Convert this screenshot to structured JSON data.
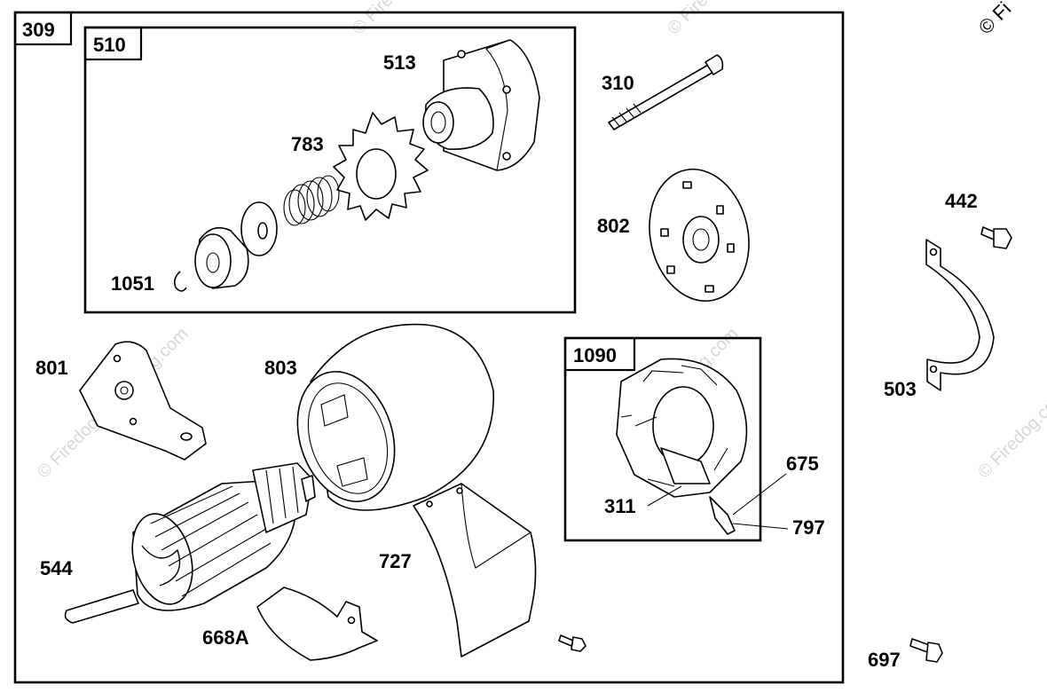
{
  "watermark": {
    "text": "© Firedog.com",
    "corner_text": "© Fi"
  },
  "groups": [
    {
      "id": "309",
      "label": "309"
    },
    {
      "id": "510",
      "label": "510"
    },
    {
      "id": "1090",
      "label": "1090"
    }
  ],
  "parts": [
    {
      "id": "513",
      "label": "513"
    },
    {
      "id": "310",
      "label": "310"
    },
    {
      "id": "783",
      "label": "783"
    },
    {
      "id": "1051",
      "label": "1051"
    },
    {
      "id": "802",
      "label": "802"
    },
    {
      "id": "442",
      "label": "442"
    },
    {
      "id": "503",
      "label": "503"
    },
    {
      "id": "801",
      "label": "801"
    },
    {
      "id": "803",
      "label": "803"
    },
    {
      "id": "675",
      "label": "675"
    },
    {
      "id": "311",
      "label": "311"
    },
    {
      "id": "797",
      "label": "797"
    },
    {
      "id": "544",
      "label": "544"
    },
    {
      "id": "727",
      "label": "727"
    },
    {
      "id": "668A",
      "label": "668A"
    },
    {
      "id": "697",
      "label": "697"
    }
  ]
}
